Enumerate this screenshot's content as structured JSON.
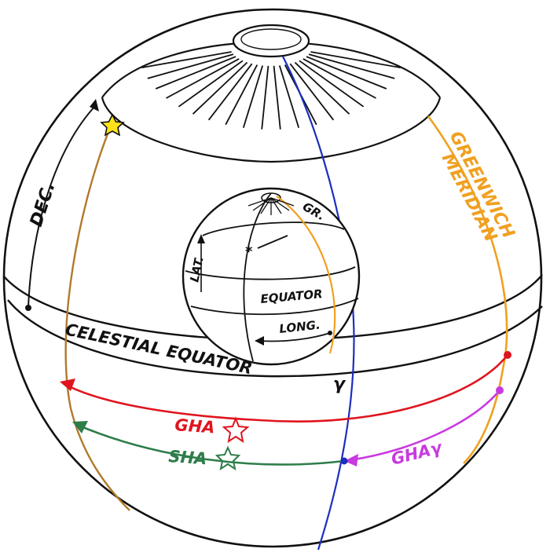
{
  "labels": {
    "dec": "DEC.",
    "greenwich_meridian_line1": "GREENWICH",
    "greenwich_meridian_line2": "MERIDIAN",
    "celestial_equator": "CELESTIAL EQUATOR",
    "aries": "γ",
    "gha_star": "GHA",
    "sha_star": "SHA",
    "gha_aries": "GHAγ",
    "earth_lat": "LAT.",
    "earth_gr": "GR.",
    "earth_equator": "EQUATOR",
    "earth_long": "LONG."
  },
  "colors": {
    "outline": "#111111",
    "greenwich": "#f0a020",
    "star_hour_circle": "#b07a2a",
    "aries_meridian": "#1a2fbf",
    "gha": "#e0141e",
    "sha": "#2e7d4a",
    "gha_aries": "#c83ae0",
    "star_fill": "#ffe21a"
  },
  "icons": {
    "star": "star-icon",
    "gha_star_symbol": "star-outline-icon",
    "sha_star_symbol": "star-outline-icon"
  }
}
